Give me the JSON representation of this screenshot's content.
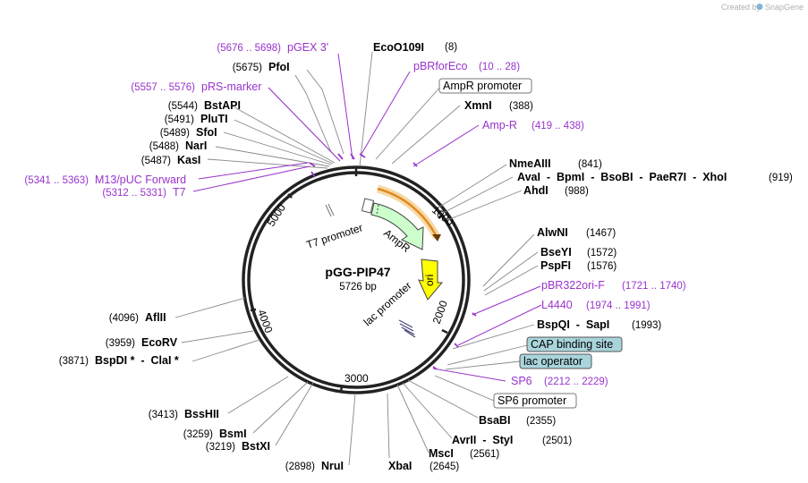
{
  "credit": {
    "prefix": "Created by",
    "brand": "SnapGene"
  },
  "plasmid": {
    "name": "pGG-PIP47",
    "length": "5726 bp"
  },
  "ticks": [
    "1000",
    "2000",
    "3000",
    "4000",
    "5000"
  ],
  "features": {
    "t7_promoter": "T7 promoter",
    "ampr": "AmpR",
    "ori": "ori",
    "lac_promoter": "lac promoter"
  },
  "boxed": {
    "ampr_promoter": "AmpR promoter",
    "cap_site": "CAP binding site",
    "lac_operator": "lac operator",
    "sp6_promoter": "SP6 promoter"
  },
  "sites_right": [
    {
      "name": "EcoO109I",
      "pos": "(8)"
    },
    {
      "name": "XmnI",
      "pos": "(388)"
    },
    {
      "name": "NmeAIII",
      "pos": "(841)"
    },
    {
      "name": "AvaI  -  BpmI  -  BsoBI  -  PaeR7I  -  XhoI",
      "pos": "(919)"
    },
    {
      "name": "AhdI",
      "pos": "(988)"
    },
    {
      "name": "AlwNI",
      "pos": "(1467)"
    },
    {
      "name": "BseYI",
      "pos": "(1572)"
    },
    {
      "name": "PspFI",
      "pos": "(1576)"
    },
    {
      "name": "BspQI  -  SapI",
      "pos": "(1993)"
    },
    {
      "name": "BsaBI",
      "pos": "(2355)"
    },
    {
      "name": "AvrII  -  StyI",
      "pos": "(2501)"
    },
    {
      "name": "MscI",
      "pos": "(2561)"
    },
    {
      "name": "XbaI",
      "pos": "(2645)"
    }
  ],
  "sites_left": [
    {
      "name": "PfoI",
      "pos": "(5675)"
    },
    {
      "name": "BstAPI",
      "pos": "(5544)"
    },
    {
      "name": "PluTI",
      "pos": "(5491)"
    },
    {
      "name": "SfoI",
      "pos": "(5489)"
    },
    {
      "name": "NarI",
      "pos": "(5488)"
    },
    {
      "name": "KasI",
      "pos": "(5487)"
    },
    {
      "name": "AflII",
      "pos": "(4096)"
    },
    {
      "name": "EcoRV",
      "pos": "(3959)"
    },
    {
      "name": "BspDI *  -  ClaI *",
      "pos": "(3871)"
    },
    {
      "name": "BssHII",
      "pos": "(3413)"
    },
    {
      "name": "BsmI",
      "pos": "(3259)"
    },
    {
      "name": "BstXI",
      "pos": "(3219)"
    },
    {
      "name": "NruI",
      "pos": "(2898)"
    }
  ],
  "primers": [
    {
      "name": "pGEX 3'",
      "pos": "(5676 .. 5698)"
    },
    {
      "name": "pBRforEco",
      "pos": "(10 .. 28)"
    },
    {
      "name": "pRS-marker",
      "pos": "(5557 .. 5576)"
    },
    {
      "name": "Amp-R",
      "pos": "(419 .. 438)"
    },
    {
      "name": "M13/pUC Forward",
      "pos": "(5341 .. 5363)"
    },
    {
      "name": "T7",
      "pos": "(5312 .. 5331)"
    },
    {
      "name": "pBR322ori-F",
      "pos": "(1721 .. 1740)"
    },
    {
      "name": "L4440",
      "pos": "(1974 .. 1991)"
    },
    {
      "name": "SP6",
      "pos": "(2212 .. 2229)"
    }
  ],
  "colors": {
    "backbone": "#222222",
    "primer": "#9933cc",
    "ampr_fill": "#ccffcc",
    "ori_fill": "#ffff00",
    "orange_arc": "#e08a1e",
    "box_teal": "#a9d4dc"
  }
}
